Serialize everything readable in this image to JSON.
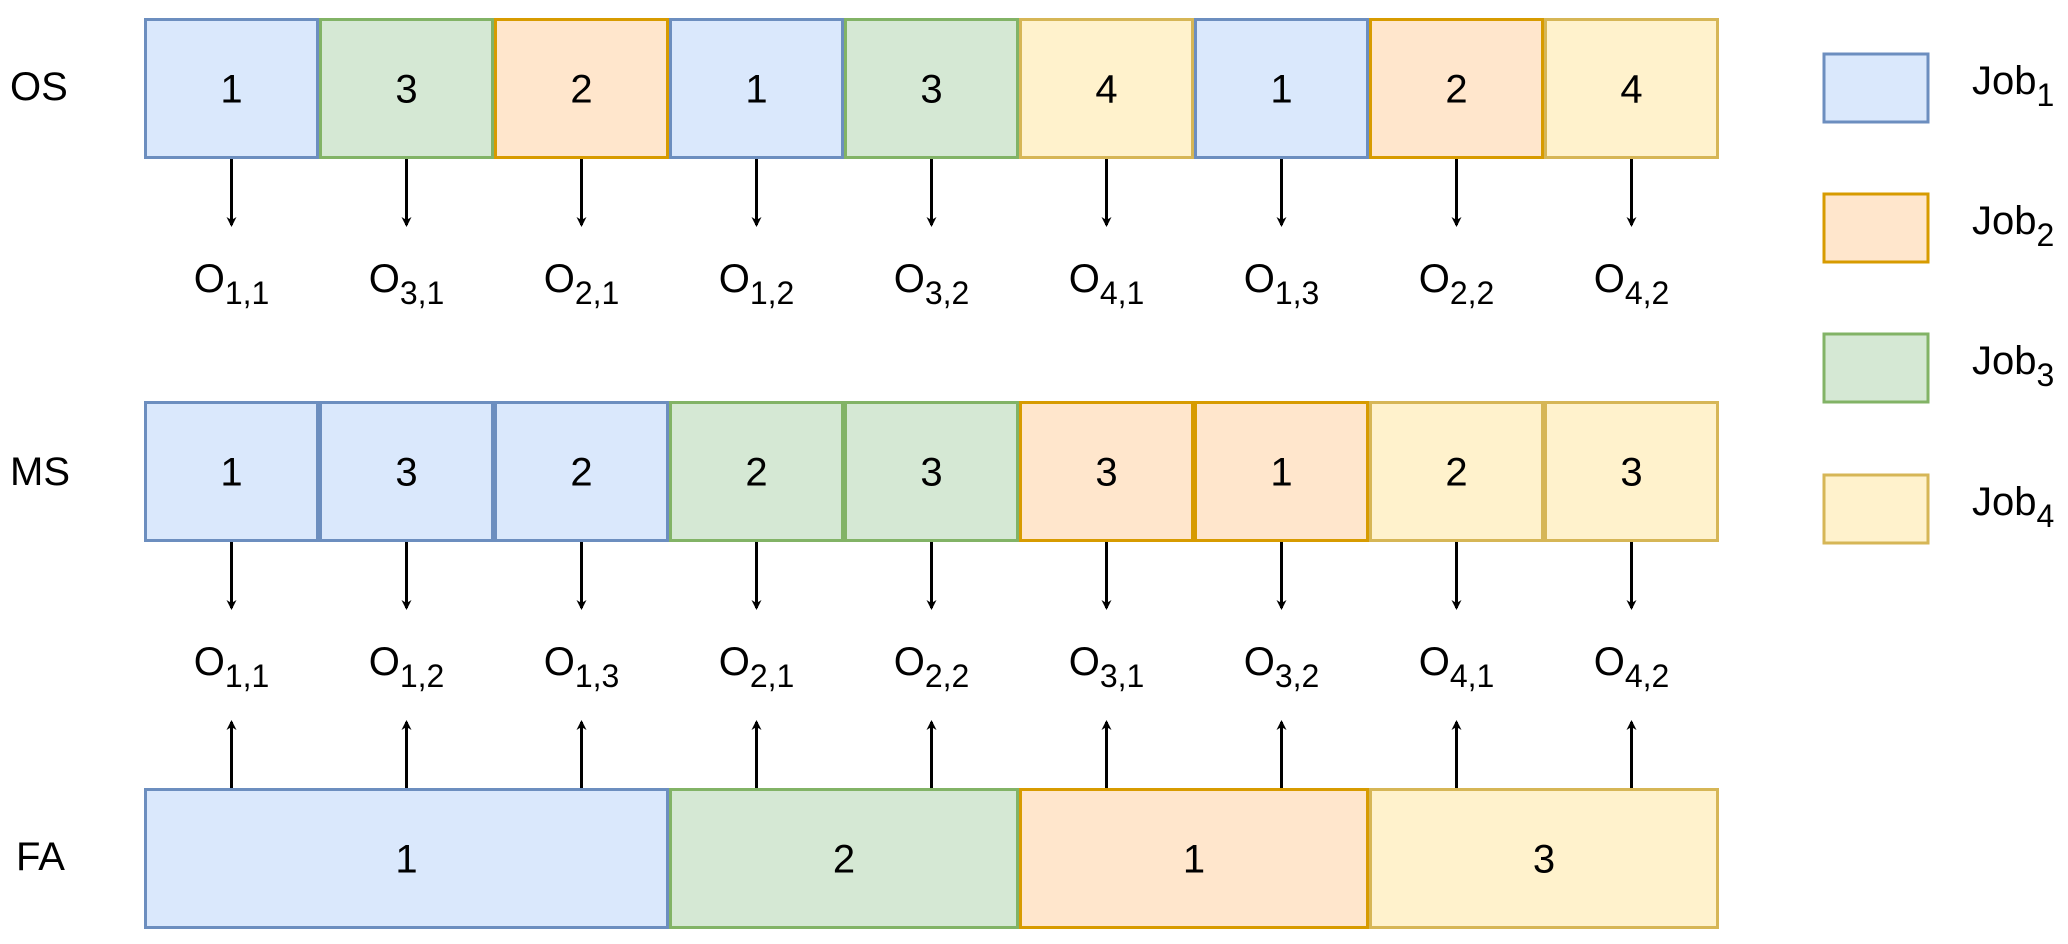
{
  "job_colors": {
    "1": {
      "fill": "#dae8fc",
      "stroke": "#6c8ebf"
    },
    "2": {
      "fill": "#ffe6cc",
      "stroke": "#d79b00"
    },
    "3": {
      "fill": "#d5e8d4",
      "stroke": "#82b366"
    },
    "4": {
      "fill": "#fff2cc",
      "stroke": "#d6b656"
    }
  },
  "os": {
    "label": "OS",
    "cells": [
      {
        "value": "1",
        "job": "1"
      },
      {
        "value": "3",
        "job": "3"
      },
      {
        "value": "2",
        "job": "2"
      },
      {
        "value": "1",
        "job": "1"
      },
      {
        "value": "3",
        "job": "3"
      },
      {
        "value": "4",
        "job": "4"
      },
      {
        "value": "1",
        "job": "1"
      },
      {
        "value": "2",
        "job": "2"
      },
      {
        "value": "4",
        "job": "4"
      }
    ],
    "operations": [
      {
        "base": "O",
        "sub": "1,1"
      },
      {
        "base": "O",
        "sub": "3,1"
      },
      {
        "base": "O",
        "sub": "2,1"
      },
      {
        "base": "O",
        "sub": "1,2"
      },
      {
        "base": "O",
        "sub": "3,2"
      },
      {
        "base": "O",
        "sub": "4,1"
      },
      {
        "base": "O",
        "sub": "1,3"
      },
      {
        "base": "O",
        "sub": "2,2"
      },
      {
        "base": "O",
        "sub": "4,2"
      }
    ]
  },
  "ms": {
    "label": "MS",
    "cells": [
      {
        "value": "1",
        "job": "1"
      },
      {
        "value": "3",
        "job": "1"
      },
      {
        "value": "2",
        "job": "1"
      },
      {
        "value": "2",
        "job": "3"
      },
      {
        "value": "3",
        "job": "3"
      },
      {
        "value": "3",
        "job": "2"
      },
      {
        "value": "1",
        "job": "2"
      },
      {
        "value": "2",
        "job": "4"
      },
      {
        "value": "3",
        "job": "4"
      }
    ],
    "operations": [
      {
        "base": "O",
        "sub": "1,1"
      },
      {
        "base": "O",
        "sub": "1,2"
      },
      {
        "base": "O",
        "sub": "1,3"
      },
      {
        "base": "O",
        "sub": "2,1"
      },
      {
        "base": "O",
        "sub": "2,2"
      },
      {
        "base": "O",
        "sub": "3,1"
      },
      {
        "base": "O",
        "sub": "3,2"
      },
      {
        "base": "O",
        "sub": "4,1"
      },
      {
        "base": "O",
        "sub": "4,2"
      }
    ]
  },
  "fa": {
    "label": "FA",
    "cells": [
      {
        "value": "1",
        "job": "1",
        "span": 3
      },
      {
        "value": "2",
        "job": "3",
        "span": 2
      },
      {
        "value": "1",
        "job": "2",
        "span": 2
      },
      {
        "value": "3",
        "job": "4",
        "span": 2
      }
    ]
  },
  "legend": [
    {
      "base": "Job",
      "sub": "1",
      "job": "1"
    },
    {
      "base": "Job",
      "sub": "2",
      "job": "2"
    },
    {
      "base": "Job",
      "sub": "3",
      "job": "3"
    },
    {
      "base": "Job",
      "sub": "4",
      "job": "4"
    }
  ]
}
